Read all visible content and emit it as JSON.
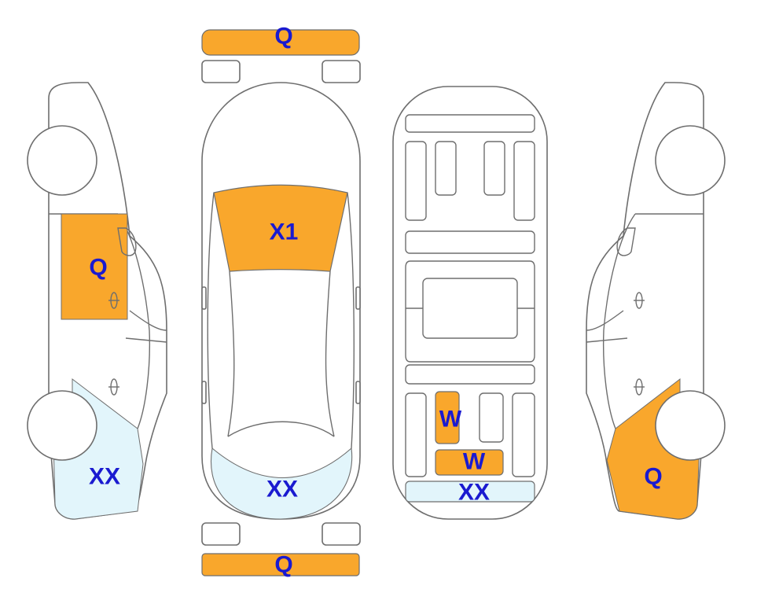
{
  "colors": {
    "damage_orange": "#f9a72c",
    "damage_lightblue": "#e2f5fb",
    "outline": "#6e6e6e",
    "label_text": "#1a1ad0"
  },
  "views": [
    {
      "id": "left-side",
      "name": "left-side-view"
    },
    {
      "id": "top",
      "name": "top-view"
    },
    {
      "id": "underbody",
      "name": "underbody-view"
    },
    {
      "id": "right-side",
      "name": "right-side-view"
    }
  ],
  "markers": [
    {
      "id": "front-bumper",
      "code": "Q",
      "color": "#f9a72c"
    },
    {
      "id": "windshield",
      "code": "X1",
      "color": "#f9a72c"
    },
    {
      "id": "left-front-door",
      "code": "Q",
      "color": "#f9a72c"
    },
    {
      "id": "left-rear-quarter",
      "code": "XX",
      "color": "#e2f5fb"
    },
    {
      "id": "top-rear-deck",
      "code": "XX",
      "color": "#e2f5fb"
    },
    {
      "id": "rear-bumper",
      "code": "Q",
      "color": "#f9a72c"
    },
    {
      "id": "underbody-part-a",
      "code": "W",
      "color": "#f9a72c"
    },
    {
      "id": "underbody-part-b",
      "code": "W",
      "color": "#f9a72c"
    },
    {
      "id": "underbody-rear",
      "code": "XX",
      "color": "#e2f5fb"
    },
    {
      "id": "right-rear-quarter",
      "code": "Q",
      "color": "#f9a72c"
    }
  ]
}
